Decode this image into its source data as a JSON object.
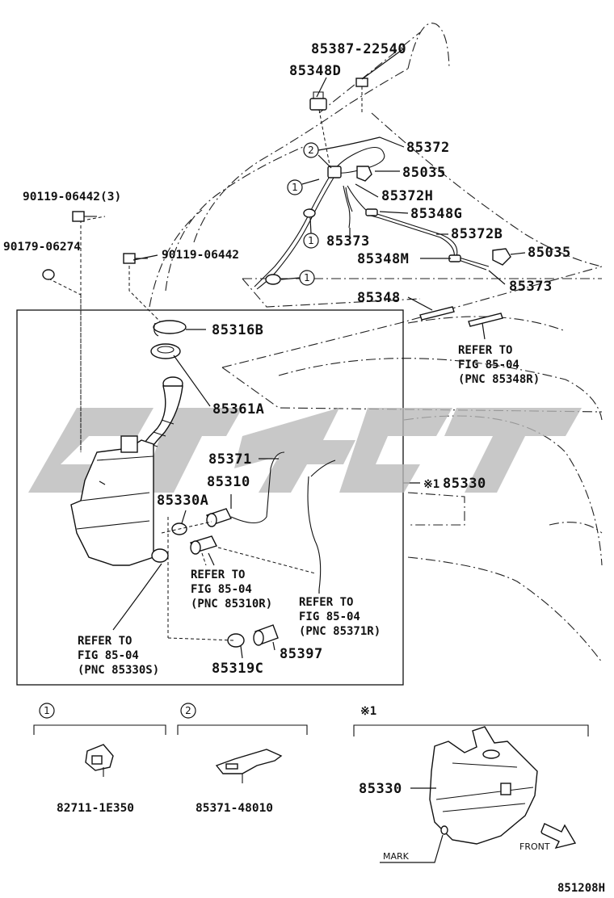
{
  "figure_id": "851208H",
  "parts": {
    "p85387": "85387-22540",
    "p85348D": "85348D",
    "p85372": "85372",
    "p85035a": "85035",
    "p85372H": "85372H",
    "p85348G": "85348G",
    "p85373a": "85373",
    "p85372B": "85372B",
    "p85348M": "85348M",
    "p85035b": "85035",
    "p85373b": "85373",
    "p85348": "85348",
    "p90119_3": "90119-06442(3)",
    "p90179": "90179-06274",
    "p90119": "90119-06442",
    "p85316B": "85316B",
    "p85361A": "85361A",
    "p85371": "85371",
    "p85310": "85310",
    "p85330A": "85330A",
    "p85330": "85330",
    "p85397": "85397",
    "p85319C": "85319C",
    "p85330_inset": "85330",
    "p82711": "82711-1E350",
    "p85371_48": "85371-48010"
  },
  "refs": {
    "r85348R": [
      "REFER TO",
      "FIG 85-04",
      "(PNC 85348R)"
    ],
    "r85310R": [
      "REFER TO",
      "FIG 85-04",
      "(PNC 85310R)"
    ],
    "r85371R": [
      "REFER TO",
      "FIG 85-04",
      "(PNC 85371R)"
    ],
    "r85330S": [
      "REFER TO",
      "FIG 85-04",
      "(PNC 85330S)"
    ]
  },
  "markers": {
    "one": "1",
    "two": "2",
    "note_symbol": "※1",
    "note_marker": "※1"
  },
  "inset_labels": {
    "mark": "MARK",
    "front": "FRONT"
  }
}
